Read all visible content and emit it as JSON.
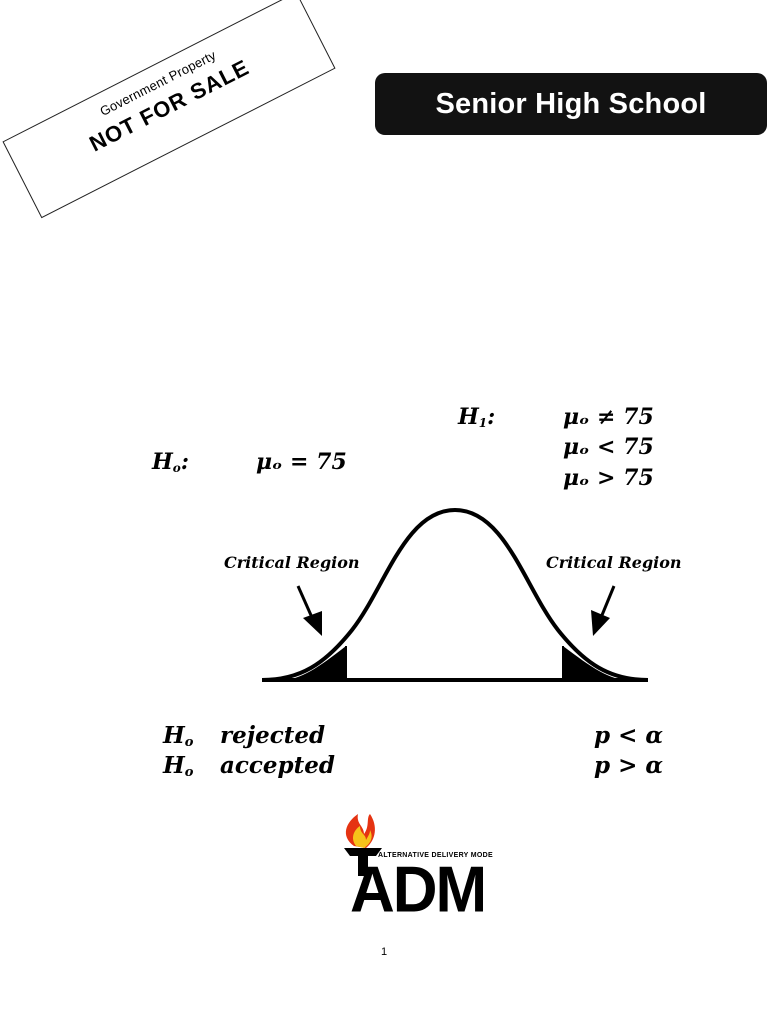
{
  "stamp": {
    "line1": "Government Property",
    "line2": "NOT FOR SALE"
  },
  "header": {
    "title": "Senior High School"
  },
  "hypotheses": {
    "null_label": "H",
    "null_sub": "o",
    "null_colon": ":",
    "null_statement": "μₒ = 75",
    "alt_label": "H",
    "alt_sub": "1",
    "alt_colon": ":",
    "alt_statements": [
      "μₒ ≠ 75",
      "μₒ < 75",
      "μₒ > 75"
    ]
  },
  "diagram": {
    "left_region_label": "Critical Region",
    "right_region_label": "Critical Region"
  },
  "decisions": [
    {
      "label": "H",
      "sub": "o",
      "outcome": "rejected",
      "condition": "p < α"
    },
    {
      "label": "H",
      "sub": "o",
      "outcome": "accepted",
      "condition": "p > α"
    }
  ],
  "logo": {
    "caption": "ALTERNATIVE DELIVERY MODE",
    "wordmark": "ADM"
  },
  "page": {
    "number": "1"
  }
}
